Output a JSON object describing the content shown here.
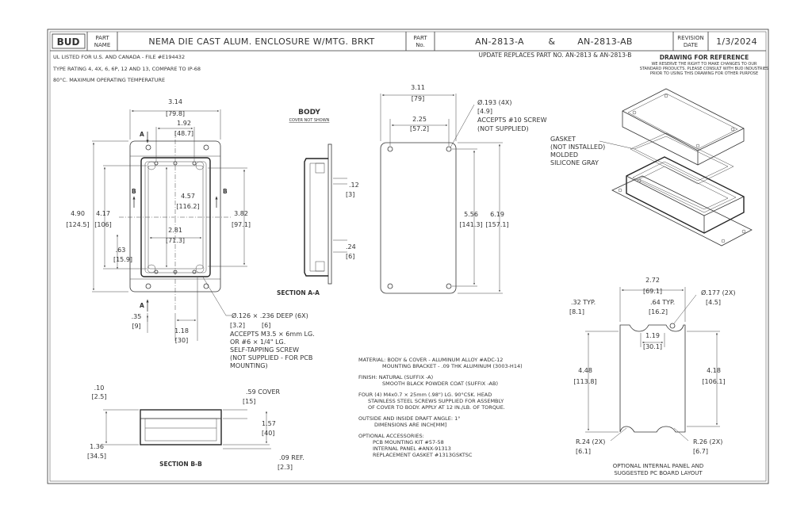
{
  "title_block": {
    "logo": "BUD",
    "part_name_label": "PART NAME",
    "part_name_label_1": "PART",
    "part_name_label_2": "NAME",
    "part_name": "NEMA DIE CAST ALUM. ENCLOSURE W/MTG. BRKT",
    "part_no_label_1": "PART",
    "part_no_label_2": "No.",
    "part_no_a": "AN-2813-A",
    "amp": "&",
    "part_no_ab": "AN-2813-AB",
    "revision_label_1": "REVISION",
    "revision_label_2": "DATE",
    "revision_date": "1/3/2024"
  },
  "header_notes": {
    "ul": "UL LISTED FOR U.S. AND CANADA - FILE #E194432",
    "type_rating": "TYPE RATING 4, 4X, 6, 6P, 12 AND 13, COMPARE TO IP-68",
    "temp": "80°C. MAXIMUM OPERATING TEMPERATURE",
    "update": "UPDATE REPLACES PART NO. AN-2813 & AN-2813-B",
    "drawing_ref": "DRAWING FOR REFERENCE",
    "ref_fine_1": "WE RESERVE THE RIGHT TO MAKE CHANGES TO OUR",
    "ref_fine_2": "STANDARD PRODUCTS. PLEASE CONSULT WITH BUD INDUSTRIES",
    "ref_fine_3": "PRIOR TO USING THIS DRAWING FOR OTHER PURPOSE"
  },
  "front_view": {
    "w_outer": "3.14",
    "w_outer_mm": "[79.8]",
    "w_holes": "1.92",
    "w_holes_mm": "[48.7]",
    "h_outer": "4.90",
    "h_outer_mm": "[124.5]",
    "h_inner": "4.17",
    "h_inner_mm": "[106]",
    "h_mid": "4.57",
    "h_mid_mm": "[116.2]",
    "w_mid": "2.81",
    "w_mid_mm": "[71.3]",
    "h_right": "3.82",
    "h_right_mm": "[97.1]",
    "off_a": ".63",
    "off_a_mm": "[15.9]",
    "off_b": ".35",
    "off_b_mm": "[9]",
    "off_c": "1.18",
    "off_c_mm": "[30]",
    "sec_a": "A",
    "sec_b": "B",
    "hole_note": "Ø.126 × .236 DEEP (6X)",
    "hole_mm_1": "[3.2]",
    "hole_mm_2": "[6]",
    "hole_l1": "ACCEPTS M3.5 × 6mm LG.",
    "hole_l2": "OR #6 × 1/4\" LG.",
    "hole_l3": "SELF-TAPPING SCREW",
    "hole_l4": "(NOT SUPPLIED - FOR PCB",
    "hole_l5": "MOUNTING)"
  },
  "body_section": {
    "title": "BODY",
    "subtitle": "COVER NOT SHOWN",
    "d1": ".12",
    "d1_mm": "[3]",
    "d2": ".24",
    "d2_mm": "[6]",
    "caption": "SECTION A-A"
  },
  "bracket_view": {
    "w": "3.11",
    "w_mm": "[79]",
    "w2": "2.25",
    "w2_mm": "[57.2]",
    "hole": "Ø.193 (4X)",
    "hole_mm": "[4.9]",
    "hole_l1": "ACCEPTS #10 SCREW",
    "hole_l2": "(NOT SUPPLIED)",
    "h1": "5.56",
    "h1_mm": "[141.3]",
    "h2": "6.19",
    "h2_mm": "[157.1]"
  },
  "iso_view": {
    "l1": "GASKET",
    "l2": "(NOT INSTALLED)",
    "l3": "MOLDED",
    "l4": "SILICONE GRAY"
  },
  "section_bb": {
    "d1": ".10",
    "d1_mm": "[2.5]",
    "d2": ".59 COVER",
    "d2_mm": "[15]",
    "d3": "1.57",
    "d3_mm": "[40]",
    "d4": "1.36",
    "d4_mm": "[34.5]",
    "d5": ".09 REF.",
    "d5_mm": "[2.3]",
    "caption": "SECTION B-B"
  },
  "notes": {
    "m1": "MATERIAL: BODY & COVER - ALUMINUM ALLOY #ADC-12",
    "m2": "MOUNTING BRACKET - .09 THK ALUMINUM (3003-H14)",
    "f1": "FINISH: NATURAL (SUFFIX -A)",
    "f2": "SMOOTH BLACK POWDER COAT (SUFFIX -AB)",
    "s1": "FOUR (4) M4x0.7 × 25mm (.98\") LG. 90°CSK. HEAD",
    "s2": "STAINLESS STEEL SCREWS SUPPLIED FOR ASSEMBLY",
    "s3": "OF COVER TO BODY. APPLY AT 12 IN./LB. OF TORQUE.",
    "d1": "OUTSIDE AND INSIDE DRAFT ANGLE: 1°",
    "d2": "DIMENSIONS ARE INCH[MM]",
    "o1": "OPTIONAL ACCESSORIES:",
    "o2": "PCB MOUNTING KIT #57-58",
    "o3": "INTERNAL PANEL #ANX-91313",
    "o4": "REPLACEMENT GASKET #1313GSKTSC"
  },
  "panel_view": {
    "w": "2.72",
    "w_mm": "[69.1]",
    "hole": "Ø.177 (2X)",
    "hole_mm": "[4.5]",
    "t1": ".32  TYP.",
    "t1_mm": "[8.1]",
    "t2": ".64  TYP.",
    "t2_mm": "[16.2]",
    "c": "1.19",
    "c_mm": "[30.1]",
    "h1": "4.48",
    "h1_mm": "[113.8]",
    "h2": "4.18",
    "h2_mm": "[106.1]",
    "r1": "R.24  (2X)",
    "r1_mm": "[6.1]",
    "r2": "R.26  (2X)",
    "r2_mm": "[6.7]",
    "cap1": "OPTIONAL INTERNAL PANEL AND",
    "cap2": "SUGGESTED PC BOARD LAYOUT"
  }
}
